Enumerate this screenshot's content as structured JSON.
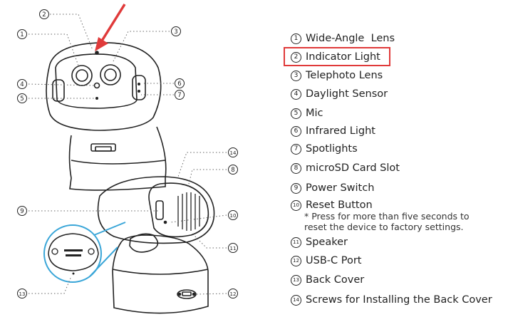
{
  "legend": [
    {
      "n": "1",
      "label": "Wide-Angle  Lens"
    },
    {
      "n": "2",
      "label": "Indicator Light"
    },
    {
      "n": "3",
      "label": "Telephoto Lens"
    },
    {
      "n": "4",
      "label": "Daylight Sensor"
    },
    {
      "n": "5",
      "label": "Mic"
    },
    {
      "n": "6",
      "label": "Infrared Light"
    },
    {
      "n": "7",
      "label": "Spotlights"
    },
    {
      "n": "8",
      "label": "microSD Card Slot"
    },
    {
      "n": "9",
      "label": "Power Switch"
    },
    {
      "n": "10",
      "label": "Reset Button"
    },
    {
      "n": "11",
      "label": "Speaker"
    },
    {
      "n": "12",
      "label": "USB-C Port"
    },
    {
      "n": "13",
      "label": "Back Cover"
    },
    {
      "n": "14",
      "label": "Screws for Installing the Back Cover"
    }
  ],
  "reset_note": {
    "line1": "* Press for more than five seconds to",
    "line2": "reset the device to factory settings."
  },
  "highlight": {
    "item": "2",
    "color": "#e03a3a"
  },
  "colors": {
    "outline": "#222222",
    "callout_circle": "#3aa6d8"
  }
}
